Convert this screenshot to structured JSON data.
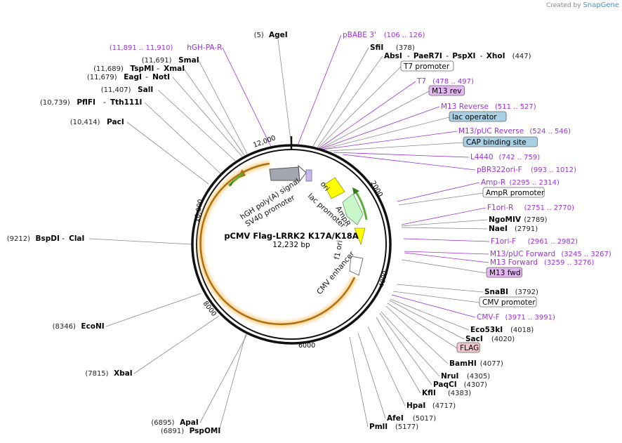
{
  "credit": {
    "prefix": "Created by",
    "brand": "SnapGene"
  },
  "plasmid": {
    "name": "pCMV Flag-LRRK2 K17A/K18A",
    "size": "12,232 bp"
  },
  "colors": {
    "enzyme": "#000000",
    "primer": "#9b30d9",
    "orf": "#f5b540",
    "leader": "#888888"
  },
  "ticks": [
    "2000",
    "4000",
    "6000",
    "8000",
    "10,000",
    "12,000"
  ],
  "labels": [
    {
      "id": "agei",
      "type": "enzyme",
      "pos": "(5)",
      "name": "AgeI"
    },
    {
      "id": "pbabe",
      "type": "primer",
      "name": "pBABE 3'",
      "pos": "(106 .. 126)"
    },
    {
      "id": "sfii",
      "type": "enzyme",
      "name": "SfiI",
      "pos": "(378)"
    },
    {
      "id": "absi",
      "type": "enzyme",
      "name": "AbsI",
      "name2": "PaeR7I",
      "name3": "PspXI",
      "name4": "XhoI",
      "pos": "(447)"
    },
    {
      "id": "t7prom",
      "type": "box",
      "name": "T7 promoter",
      "bg": "#ffffff"
    },
    {
      "id": "t7",
      "type": "primer",
      "name": "T7",
      "pos": "(478 .. 497)"
    },
    {
      "id": "m13rev",
      "type": "box",
      "name": "M13 rev",
      "bg": "#e3b6f2"
    },
    {
      "id": "m13reverse",
      "type": "primer",
      "name": "M13 Reverse",
      "pos": "(511 .. 527)"
    },
    {
      "id": "lacop",
      "type": "box",
      "name": "lac operator",
      "bg": "#a9cfe3"
    },
    {
      "id": "m13pucrev",
      "type": "primer",
      "name": "M13/pUC Reverse",
      "pos": "(524 .. 546)"
    },
    {
      "id": "cap",
      "type": "box",
      "name": "CAP binding site",
      "bg": "#a9cfe3"
    },
    {
      "id": "l4440",
      "type": "primer",
      "name": "L4440",
      "pos": "(742 .. 759)"
    },
    {
      "id": "pbr322",
      "type": "primer",
      "name": "pBR322ori-F",
      "pos": "(993 .. 1012)"
    },
    {
      "id": "ampr",
      "type": "primer",
      "name": "Amp-R",
      "pos": "(2295 .. 2314)"
    },
    {
      "id": "amprprom",
      "type": "box",
      "name": "AmpR promoter",
      "bg": "#ffffff"
    },
    {
      "id": "f1orir",
      "type": "primer",
      "name": "F1ori-R",
      "pos": "(2751 .. 2770)"
    },
    {
      "id": "ngomiv",
      "type": "enzyme",
      "name": "NgoMIV",
      "pos": "(2789)"
    },
    {
      "id": "naei",
      "type": "enzyme",
      "name": "NaeI",
      "pos": "(2791)"
    },
    {
      "id": "f1orif",
      "type": "primer",
      "name": "F1ori-F",
      "pos": "(2961 .. 2982)"
    },
    {
      "id": "m13pucfwd",
      "type": "primer",
      "name": "M13/pUC Forward",
      "pos": "(3245 .. 3267)"
    },
    {
      "id": "m13forward",
      "type": "primer",
      "name": "M13 Forward",
      "pos": "(3259 .. 3276)"
    },
    {
      "id": "m13fwd",
      "type": "box",
      "name": "M13 fwd",
      "bg": "#e3b6f2"
    },
    {
      "id": "snabi",
      "type": "enzyme",
      "name": "SnaBI",
      "pos": "(3792)"
    },
    {
      "id": "cmvprom",
      "type": "box",
      "name": "CMV promoter",
      "bg": "#ffffff"
    },
    {
      "id": "cmvf",
      "type": "primer",
      "name": "CMV-F",
      "pos": "(3971 .. 3991)"
    },
    {
      "id": "eco53ki",
      "type": "enzyme",
      "name": "Eco53kI",
      "pos": "(4018)"
    },
    {
      "id": "saci",
      "type": "enzyme",
      "name": "SacI",
      "pos": "(4020)"
    },
    {
      "id": "flag",
      "type": "box",
      "name": "FLAG",
      "bg": "#f2c6cf"
    },
    {
      "id": "bamhi",
      "type": "enzyme",
      "name": "BamHI",
      "pos": "(4077)"
    },
    {
      "id": "nrui",
      "type": "enzyme",
      "name": "NruI",
      "pos": "(4305)"
    },
    {
      "id": "paqci",
      "type": "enzyme",
      "name": "PaqCI",
      "pos": "(4307)"
    },
    {
      "id": "kfli",
      "type": "enzyme",
      "name": "KflI",
      "pos": "(4383)"
    },
    {
      "id": "hpai",
      "type": "enzyme",
      "name": "HpaI",
      "pos": "(4717)"
    },
    {
      "id": "afei",
      "type": "enzyme",
      "name": "AfeI",
      "pos": "(5017)"
    },
    {
      "id": "pmli",
      "type": "enzyme",
      "name": "PmlI",
      "pos": "(5177)"
    },
    {
      "id": "apai",
      "type": "enzyme",
      "pos": "(6895)",
      "name": "ApaI"
    },
    {
      "id": "pspomi",
      "type": "enzyme",
      "pos": "(6891)",
      "name": "PspOMI"
    },
    {
      "id": "xbai",
      "type": "enzyme",
      "pos": "(7815)",
      "name": "XbaI"
    },
    {
      "id": "econi",
      "type": "enzyme",
      "pos": "(8346)",
      "name": "EcoNI"
    },
    {
      "id": "bspdi",
      "type": "enzyme",
      "pos": "(9212)",
      "name": "BspDI",
      "name2": "ClaI"
    },
    {
      "id": "paci",
      "type": "enzyme",
      "pos": "(10,414)",
      "name": "PacI"
    },
    {
      "id": "pflfi",
      "type": "enzyme",
      "pos": "(10,739)",
      "name": "PflFI",
      "name2": "Tth111I"
    },
    {
      "id": "sali",
      "type": "enzyme",
      "pos": "(11,407)",
      "name": "SalI"
    },
    {
      "id": "eagi",
      "type": "enzyme",
      "pos": "(11,679)",
      "name": "EagI",
      "name2": "NotI"
    },
    {
      "id": "tspmi",
      "type": "enzyme",
      "pos": "(11,689)",
      "name": "TspMI",
      "name2": "XmaI"
    },
    {
      "id": "smai",
      "type": "enzyme",
      "pos": "(11,691)",
      "name": "SmaI"
    },
    {
      "id": "hghpar",
      "type": "primer",
      "pos": "(11,891 .. 11,910)",
      "name": "hGH-PA-R"
    }
  ],
  "features": {
    "hgh": "hGH poly(A) signal",
    "sv40": "SV40 promoter",
    "ori": "ori",
    "lacprom": "lac promoter",
    "ampr": "AmpR",
    "f1ori": "f1 ori",
    "cmvenh": "CMV enhancer"
  }
}
